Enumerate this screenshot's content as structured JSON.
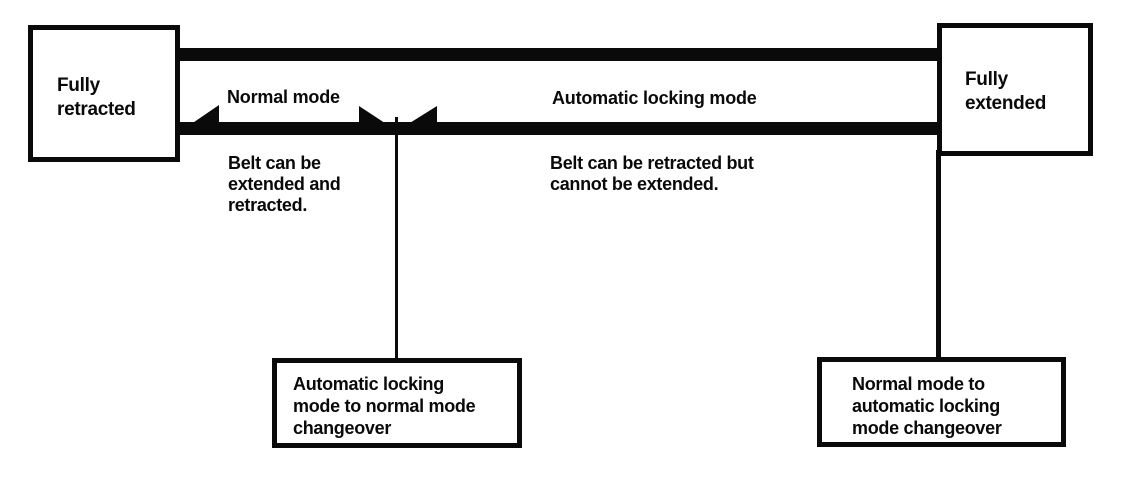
{
  "diagram": {
    "title_semantic": "Seat belt retractor mode diagram",
    "colors": {
      "ink": "#0a0a0a",
      "background": "#ffffff"
    },
    "left_box": {
      "label": "Fully\nretracted"
    },
    "right_box": {
      "label": "Fully\nextended"
    },
    "normal_mode": {
      "label": "Normal mode",
      "description": "Belt can be\nextended and\nretracted."
    },
    "automatic_locking_mode": {
      "label": "Automatic locking mode",
      "description": "Belt can be retracted but\ncannot be extended."
    },
    "changeover_left_box": {
      "label": "Automatic locking\nmode to normal mode\nchangeover"
    },
    "changeover_right_box": {
      "label": "Normal mode to\nautomatic locking\nmode changeover"
    }
  }
}
